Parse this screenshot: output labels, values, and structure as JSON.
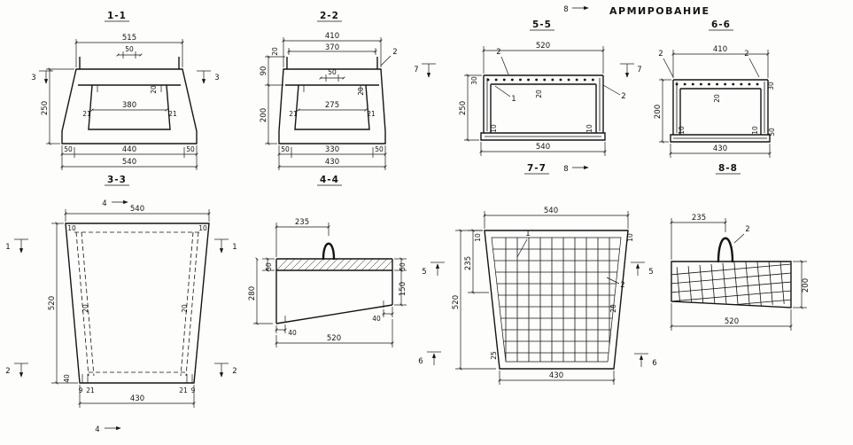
{
  "heading": {
    "reinforcement": "АРМИРОВАНИЕ"
  },
  "sections": {
    "s11": {
      "title": "1-1",
      "cut3": "3",
      "w_top": "515",
      "w50": "50",
      "h": "250",
      "lip20": "20",
      "w_in": "380",
      "off21": "21",
      "b50": "50",
      "b440": "440",
      "w_tot": "540"
    },
    "s22": {
      "title": "2-2",
      "w_top": "410",
      "w_fl": "370",
      "t20": "20",
      "c2": "2",
      "h90": "90",
      "h200": "200",
      "w50": "50",
      "lip20": "20",
      "w_in": "275",
      "off21": "21",
      "b50": "50",
      "b330": "330",
      "w_tot": "430"
    },
    "s55": {
      "title": "5-5",
      "cut7": "7",
      "cut8": "8",
      "w_top": "520",
      "e30": "30",
      "h": "250",
      "c1": "1",
      "c2": "2",
      "cav20": "20",
      "f10": "10",
      "w_tot": "540"
    },
    "s66": {
      "title": "6-6",
      "c2": "2",
      "w_top": "410",
      "h": "200",
      "cav20": "20",
      "f10": "10",
      "e30": "30",
      "e50": "50",
      "w_tot": "430"
    },
    "s33": {
      "title": "3-3",
      "cut4": "4",
      "cut1": "1",
      "cut2": "2",
      "w_top": "540",
      "off10": "10",
      "h": "520",
      "t20": "20",
      "f40": "40",
      "n9": "9",
      "n21": "21",
      "w_bot": "430"
    },
    "s44": {
      "title": "4-4",
      "loop235": "235",
      "s50": "50",
      "h280": "280",
      "h150": "150",
      "f40": "40",
      "w_bot": "520"
    },
    "s77": {
      "title": "7-7",
      "cut5": "5",
      "cut6": "6",
      "c1": "1",
      "c2": "2",
      "w_top": "540",
      "off10": "10",
      "m235": "235",
      "h": "520",
      "t20": "20",
      "b25": "25",
      "w_bot": "430"
    },
    "s88": {
      "title": "8-8",
      "loop235": "235",
      "c2": "2",
      "h200": "200",
      "w_bot": "520"
    }
  }
}
